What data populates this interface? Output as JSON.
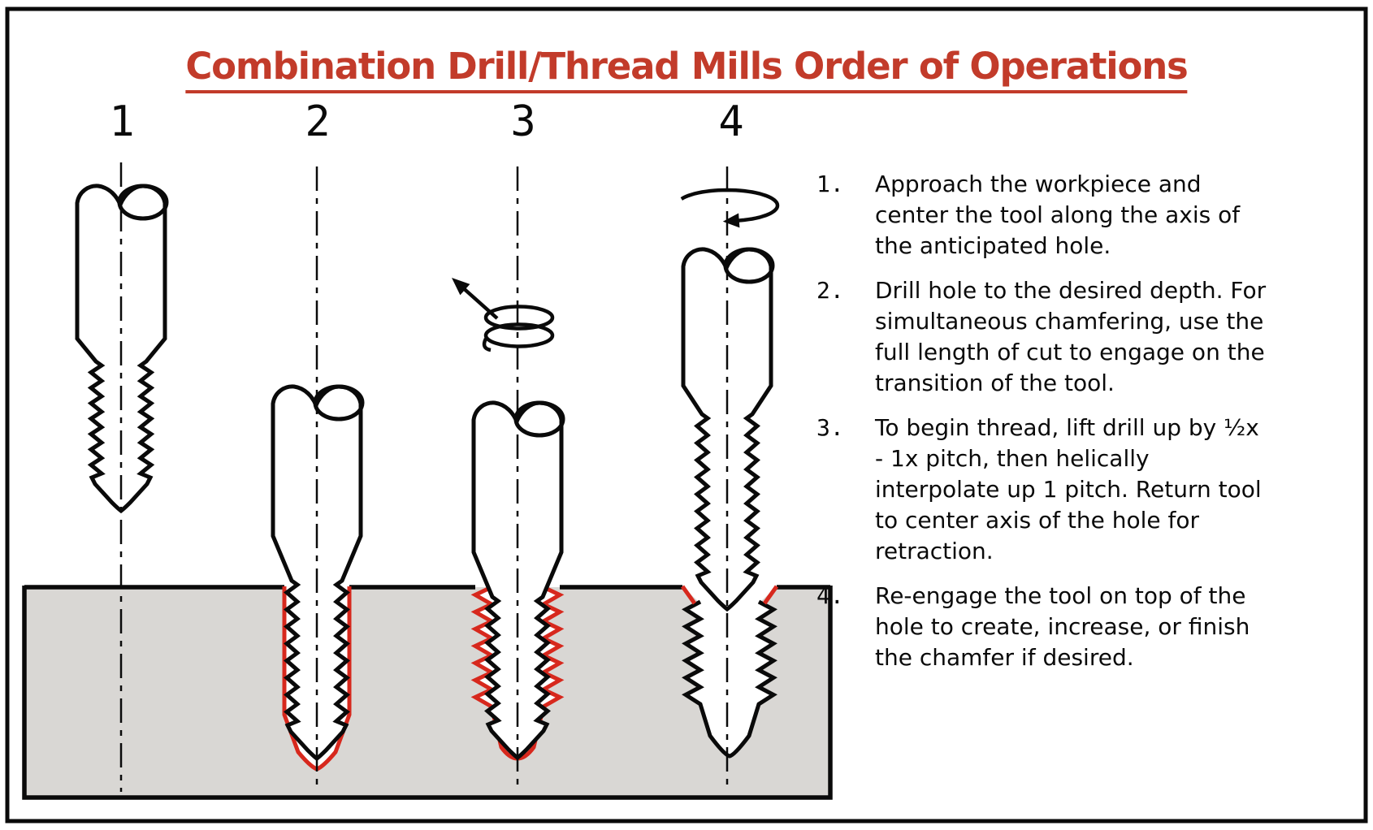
{
  "title": "Combination Drill/Thread Mills Order of Operations",
  "figure_labels": [
    "1",
    "2",
    "3",
    "4"
  ],
  "steps": [
    {
      "number": "1.",
      "instruction": "Approach the workpiece and center the tool along the axis of the anticipated hole."
    },
    {
      "number": "2.",
      "instruction": "Drill hole to the desired depth. For simultaneous chamfering, use the full length of cut to engage on the transition of the tool."
    },
    {
      "number": "3.",
      "instruction": "To begin thread, lift drill up by ½x - 1x pitch, then helically interpolate up 1 pitch. Return tool to center axis of the hole for retraction."
    },
    {
      "number": "4.",
      "instruction": "Re-engage the tool on top of the hole to create, increase, or finish the chamfer if desired."
    }
  ],
  "colors": {
    "title_red": "#c23b2a",
    "accent_red": "#d7281d",
    "workpiece_gray": "#d9d7d4",
    "ink": "#0a0a0a"
  },
  "icons": [
    "helical-interpolation-arrow-icon",
    "rotation-arrow-icon"
  ]
}
